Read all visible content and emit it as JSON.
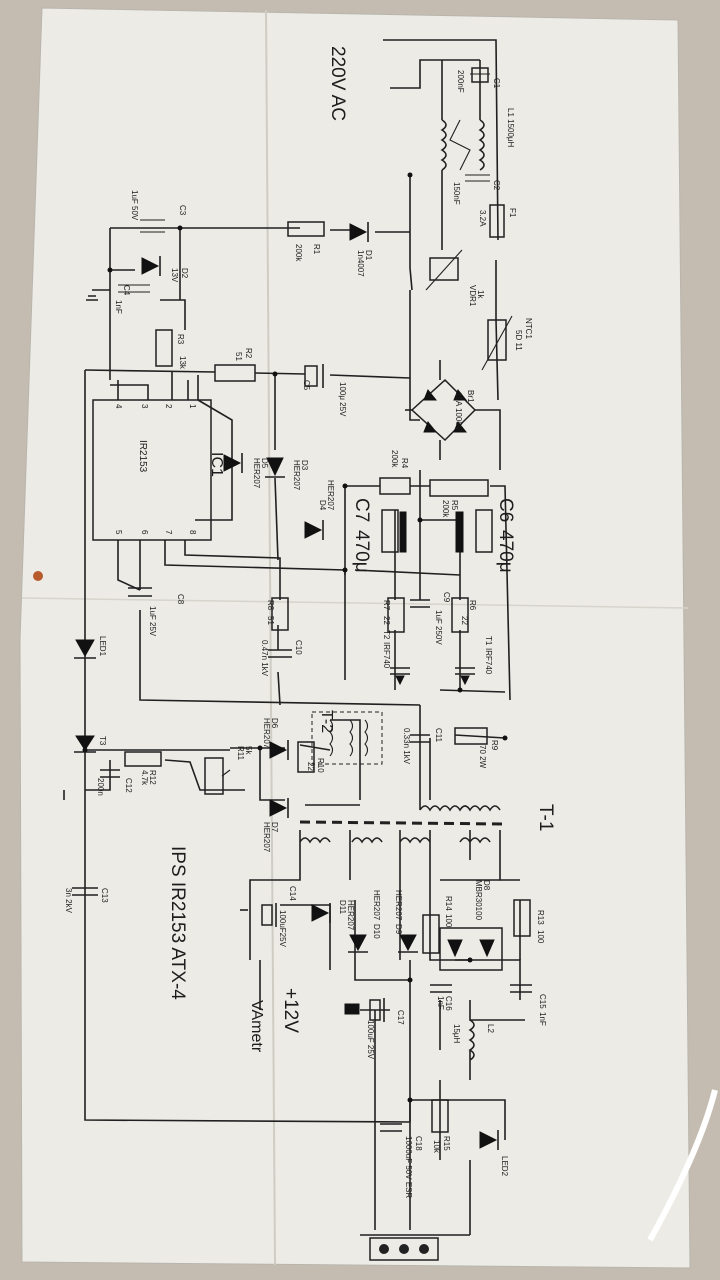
{
  "sheet": {
    "mains_label": "220V AC",
    "title": "IPS IR2153 ATX-4",
    "output_voltage": "+12V",
    "meter_label": "VAmetr"
  },
  "ic": {
    "name": "IR2153",
    "ref": "IC1",
    "pins": [
      "1",
      "2",
      "3",
      "4",
      "5",
      "6",
      "7",
      "8"
    ]
  },
  "labels": {
    "c1": "C1",
    "c1v": "200nF",
    "l1": "L1 1500μH",
    "c2": "C2",
    "c2v": "150nF",
    "f1": "F1",
    "f1v": "3.2A",
    "c3": "C3",
    "c3v": "1uF 50V",
    "r1": "R1",
    "r1v": "200k",
    "d1": "D1",
    "d1v": "1n4007",
    "vdr": "VDR1",
    "vdrv": "1k",
    "d2": "D2",
    "d2v": "13V",
    "c4": "C4",
    "c4v": "1nF",
    "r3": "R3",
    "r3v": "13k",
    "ntc": "NTC1",
    "ntcv": "5D 11",
    "r2": "R2",
    "r2v": "51",
    "c5": "C5",
    "c5v": "100μ 25V",
    "br": "Br1",
    "brv": "10A 1000V",
    "d3": "D3",
    "d3v": "HER207",
    "d5": "D5",
    "d5v": "HER207",
    "r4": "R4",
    "r4v": "200k",
    "d4": "D4",
    "d4v": "HER207",
    "r5": "R5",
    "r5v": "200k",
    "c7": "C7",
    "c7v": "470μ",
    "c6": "C6",
    "c6v": "470μ",
    "c8": "C8",
    "c8v": "1uF 25V",
    "r8": "R8",
    "r8v": "51",
    "r7": "R7",
    "r7v": "22",
    "c9": "C9",
    "c9v": "1uF 250V",
    "r6": "R6",
    "r6v": "22",
    "t2": "T2",
    "t2v": "IRF740",
    "t1": "T1",
    "t1v": "IRF740",
    "c10": "C10",
    "c10v": "0.47n 1kV",
    "led1": "LED1",
    "tx2": "T-2",
    "c11": "C11",
    "c11v": "0.33n 1kV",
    "r9": "R9",
    "r9v": "70 2W",
    "t3": "T3",
    "d6": "D6",
    "d6v": "HER207",
    "r10": "R10",
    "r10v": "22",
    "r12": "R12",
    "r12v": "4.7k",
    "c12": "C12",
    "c12v": "200n",
    "r11": "R11",
    "r11v": "5k",
    "d7": "D7",
    "d7v": "HER207",
    "tx1": "T-1",
    "c13": "C13",
    "c13v": "3n 2kV",
    "c14": "C14",
    "c14v": "100uF25V",
    "d11": "D11",
    "d11v": "HER207",
    "d10": "D10",
    "d10v": "HER207",
    "d9": "D9",
    "d9v": "HER207",
    "d8": "D8",
    "d8v": "MBR30100",
    "r14": "R14",
    "r14v": "100",
    "r13": "R13",
    "r13v": "100",
    "c16": "C16",
    "c16v": "1nF",
    "c15": "C15",
    "c15v": "1nF",
    "l2": "L2",
    "l2v": "15μH",
    "c17": "C17",
    "c17v": "100uF 25V",
    "r15": "R15",
    "r15v": "10k",
    "c18": "C18",
    "c18v": "1000uF 50V ESR",
    "led2": "LED2"
  },
  "colors": {
    "paper": "#ecebe5",
    "ink": "#202020",
    "background": "#c9c2b8"
  }
}
